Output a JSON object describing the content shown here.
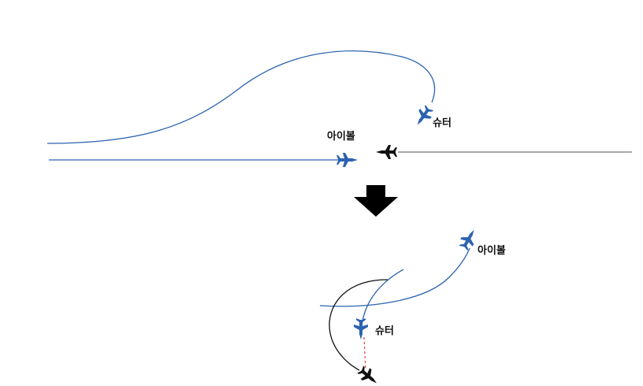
{
  "colors": {
    "friendly_blue": "#2c63b0",
    "enemy_black": "#111111",
    "enemy_path_gray": "#777777",
    "aim_line_red": "#e0403a"
  },
  "icons": {
    "aircraft_friendly": "fighter-jet-icon",
    "aircraft_enemy": "fighter-jet-icon",
    "transition_arrow": "down-arrow-icon"
  },
  "top_scene": {
    "shooter_label": "슈터",
    "eyeball_label": "아이볼"
  },
  "bottom_scene": {
    "eyeball_label": "아이볼",
    "shooter_label": "슈터"
  }
}
